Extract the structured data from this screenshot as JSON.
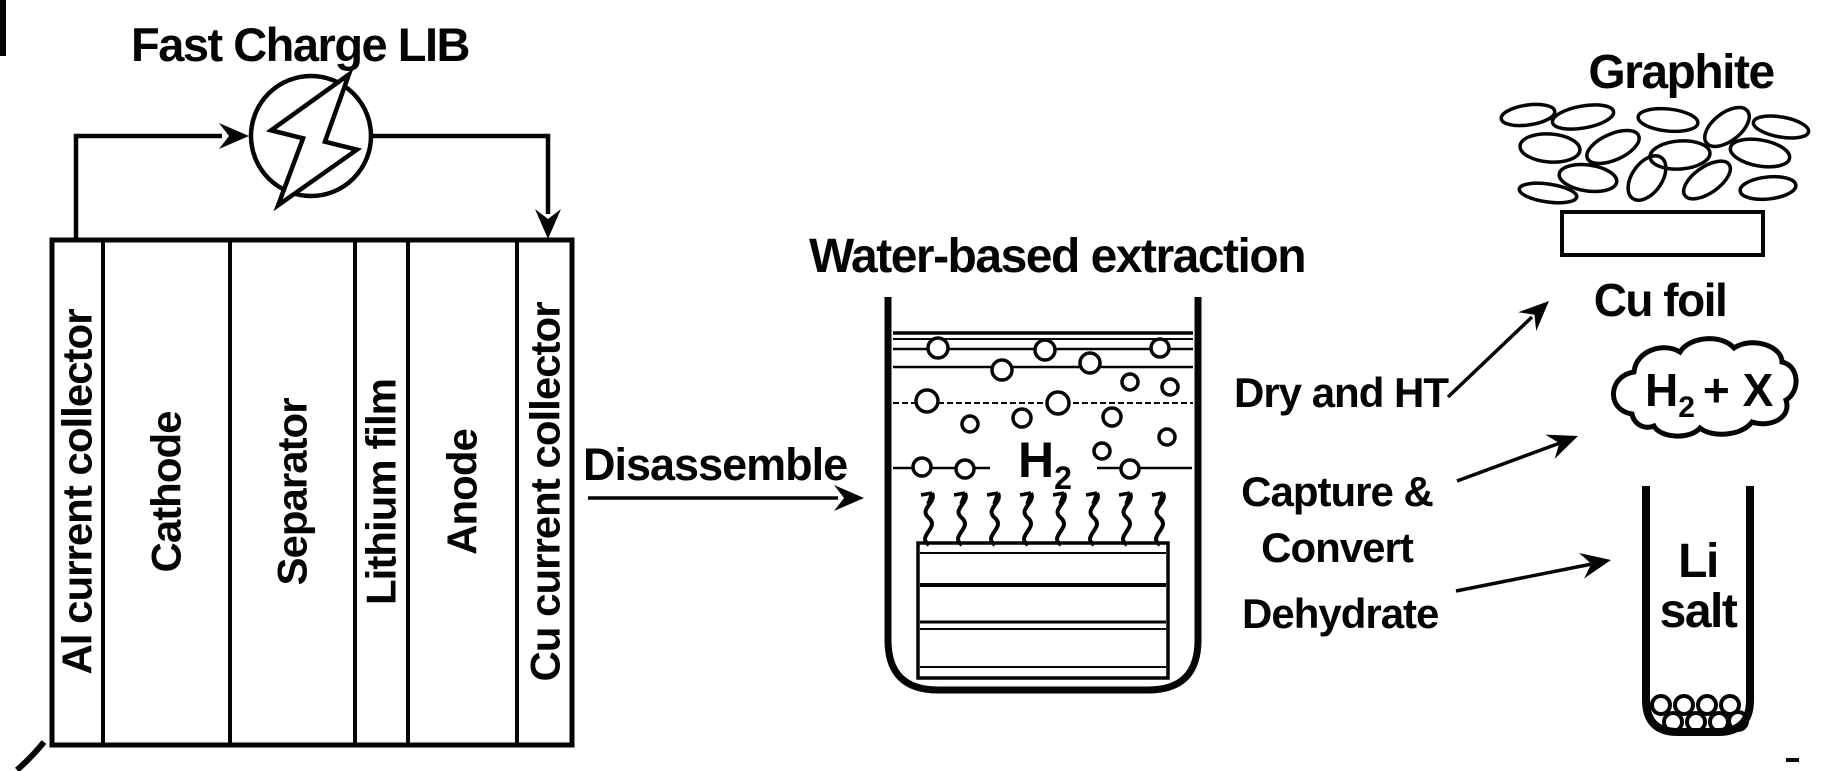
{
  "figure": {
    "battery": {
      "title": "Fast Charge LIB",
      "layers": [
        {
          "label": "Al current collector"
        },
        {
          "label": "Cathode"
        },
        {
          "label": "Separator"
        },
        {
          "label": "Lithium film"
        },
        {
          "label": "Anode"
        },
        {
          "label": "Cu current collector"
        }
      ]
    },
    "process": {
      "step_label": "Disassemble",
      "vessel_title": "Water-based extraction",
      "gas": {
        "symbol": "H",
        "subscript": "2"
      }
    },
    "products": {
      "graphite": {
        "title": "Graphite",
        "substrate": "Cu foil",
        "route": "Dry and HT"
      },
      "gas_cloud": {
        "formula_main": "H",
        "formula_sub": "2",
        "formula_rest": "+ X",
        "route_line1": "Capture &",
        "route_line2": "Convert"
      },
      "li_salt": {
        "line1": "Li",
        "line2": "salt",
        "route": "Dehydrate"
      }
    },
    "colors": {
      "ink": "#050505",
      "paper": "#ffffff"
    }
  }
}
